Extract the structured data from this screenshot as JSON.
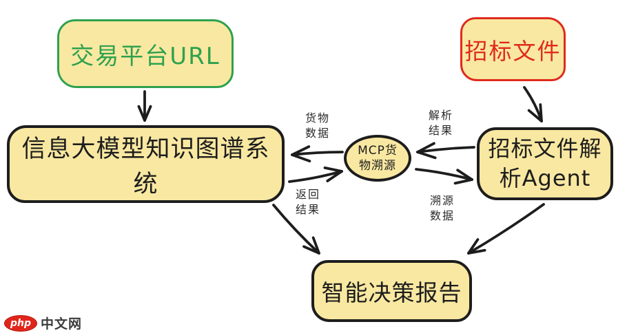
{
  "diagram": {
    "nodes": {
      "trading_url": {
        "label": "交易平台URL"
      },
      "bid_doc": {
        "label": "招标文件"
      },
      "knowledge_graph": {
        "label": "信息大模型知识图谱系统"
      },
      "mcp": {
        "lines": [
          "MCP货",
          "物溯源"
        ]
      },
      "parse_agent": {
        "lines": [
          "招标文件解",
          "析Agent"
        ]
      },
      "report": {
        "label": "智能决策报告"
      }
    },
    "edge_labels": {
      "cargo_data": {
        "lines": [
          "货物",
          "数据"
        ]
      },
      "parse_result": {
        "lines": [
          "解析",
          "结果"
        ]
      },
      "return_result": {
        "lines": [
          "返回",
          "结果"
        ]
      },
      "trace_data": {
        "lines": [
          "溯源",
          "数据"
        ]
      }
    },
    "colors": {
      "node_fill": "#f9e8a1",
      "green_accent": "#2ea14e",
      "red_accent": "#df2b1d",
      "stroke": "#1d1d1d"
    }
  },
  "watermark": {
    "logo_text": "php",
    "site_text": "中文网",
    "logo_color": "#e1251b"
  }
}
